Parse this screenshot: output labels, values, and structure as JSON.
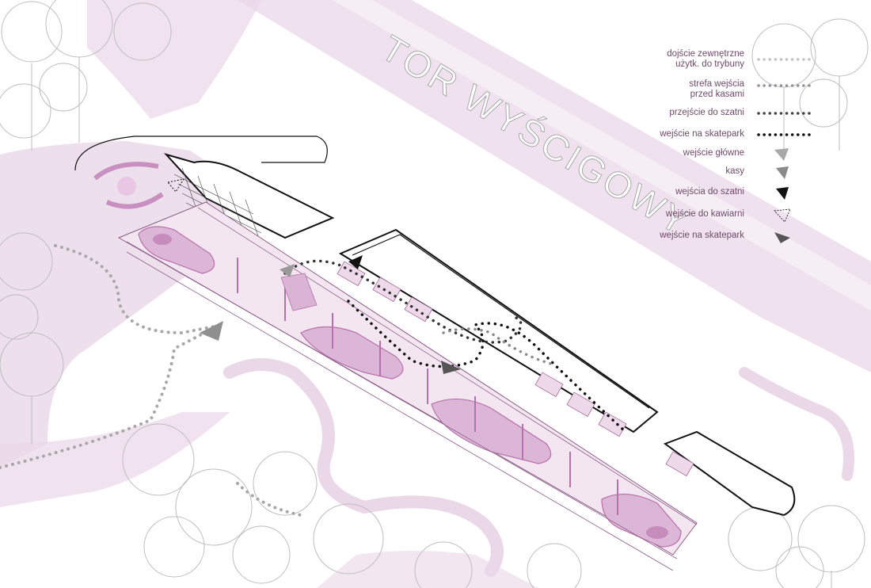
{
  "track_label": "TOR WYŚCIGOWY",
  "colors": {
    "lilac": "#ead7e8",
    "lilac_mid": "#d9b4d4",
    "magenta": "#b870aa",
    "outline": "#8a5c86",
    "dark": "#111111",
    "grey": "#9c9c9c",
    "tree": "#bdbdbd"
  },
  "legend": {
    "items": [
      {
        "label": "dojście zewnętrzne\nużytk. do trybuny",
        "symbol": "dots-light"
      },
      {
        "label": "strefa wejścia\nprzed kasami",
        "symbol": "dots-mid"
      },
      {
        "label": "przejście do szatni",
        "symbol": "dots-dark"
      },
      {
        "label": "wejście na skatepark",
        "symbol": "dots-black"
      },
      {
        "label": "wejście główne",
        "symbol": "triangle-lightgrey"
      },
      {
        "label": "kasy",
        "symbol": "triangle-grey"
      },
      {
        "label": "wejścia do szatni",
        "symbol": "triangle-black"
      },
      {
        "label": "wejście do kawiarni",
        "symbol": "triangle-dashed"
      },
      {
        "label": "wejście na skatepark",
        "symbol": "triangle-darkgrey"
      }
    ]
  }
}
